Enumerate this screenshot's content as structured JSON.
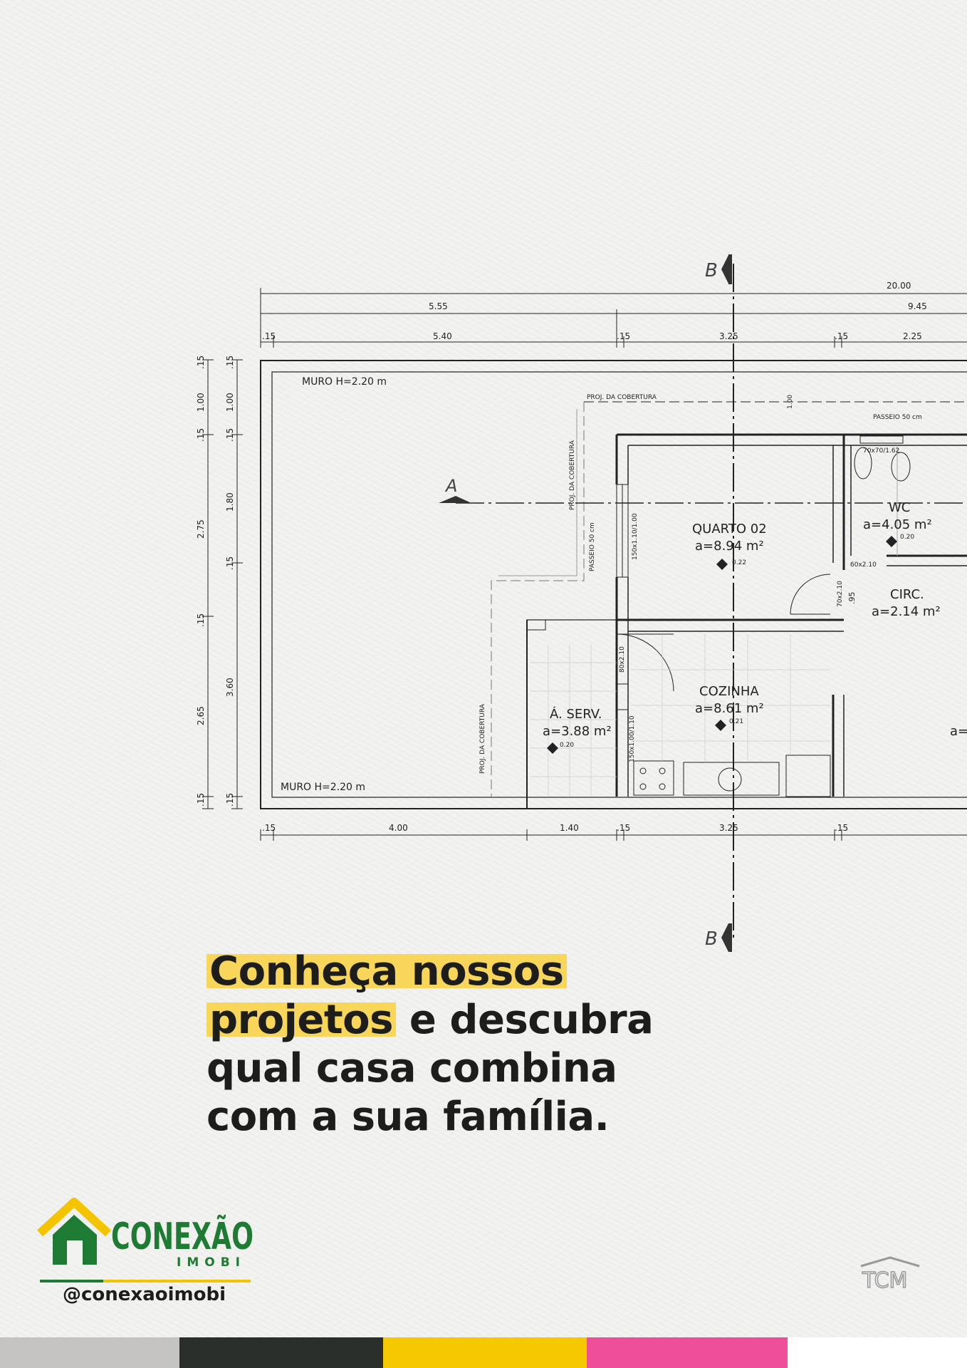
{
  "plan": {
    "dims_top": {
      "total": "20.00",
      "left": "5.55",
      "right": "9.45",
      "segments": [
        ".15",
        "5.40",
        ".15",
        "3.25",
        ".15",
        "2.25"
      ]
    },
    "dims_bottom": [
      ".15",
      "4.00",
      "1.40",
      ".15",
      "3.25",
      ".15"
    ],
    "dims_left_outer": [
      ".15",
      "1.00",
      ".15",
      "2.75",
      ".15",
      "2.65",
      ".15"
    ],
    "dims_left_inner": [
      ".15",
      "1.00",
      ".15",
      "1.80",
      ".15",
      "3.60",
      ".15"
    ],
    "section_b": "B",
    "section_a": "A",
    "muro_top": "MURO H=2.20 m",
    "muro_bottom": "MURO H=2.20 m",
    "proj_cobertura": "PROJ. DA COBERTURA",
    "passeio": "PASSEIO 50 cm",
    "dim_100": "1.00",
    "window_wc": "70x70/1.62",
    "window_quarto": "150x1.10/1.00",
    "window_cozinha": "150x1.00/1.10",
    "door_quarto": "70x2.10",
    "door_cozinha": "80x2.10",
    "door_wc": "60x2.10",
    "dim_95": ".95",
    "rooms": {
      "quarto": {
        "name": "QUARTO 02",
        "area": "a=8.94 m²",
        "level": "0.22"
      },
      "wc": {
        "name": "WC",
        "area": "a=4.05 m²",
        "level": "0.20"
      },
      "circ": {
        "name": "CIRC.",
        "area": "a=2.14 m²"
      },
      "cozinha": {
        "name": "COZINHA",
        "area": "a=8.61 m²",
        "level": "0.21"
      },
      "serv": {
        "name": "Á. SERV.",
        "area": "a=3.88 m²",
        "level": "0.20"
      },
      "cut": "a="
    }
  },
  "headline": {
    "l1": "Conheça nossos",
    "l2a": "projetos",
    "l2b": " e descubra",
    "l3": "qual casa combina",
    "l4": "com a sua família."
  },
  "brand": {
    "name": "CONEXÃO",
    "sub": "IMOBI",
    "handle": "@conexaoimobi",
    "green": "#1e7b33",
    "gold": "#f4c400",
    "partner": "TCM"
  },
  "stripes": [
    "#c4c3c1",
    "#2a2f2c",
    "#f5c800",
    "#ef4f9a",
    "#ffffff"
  ]
}
